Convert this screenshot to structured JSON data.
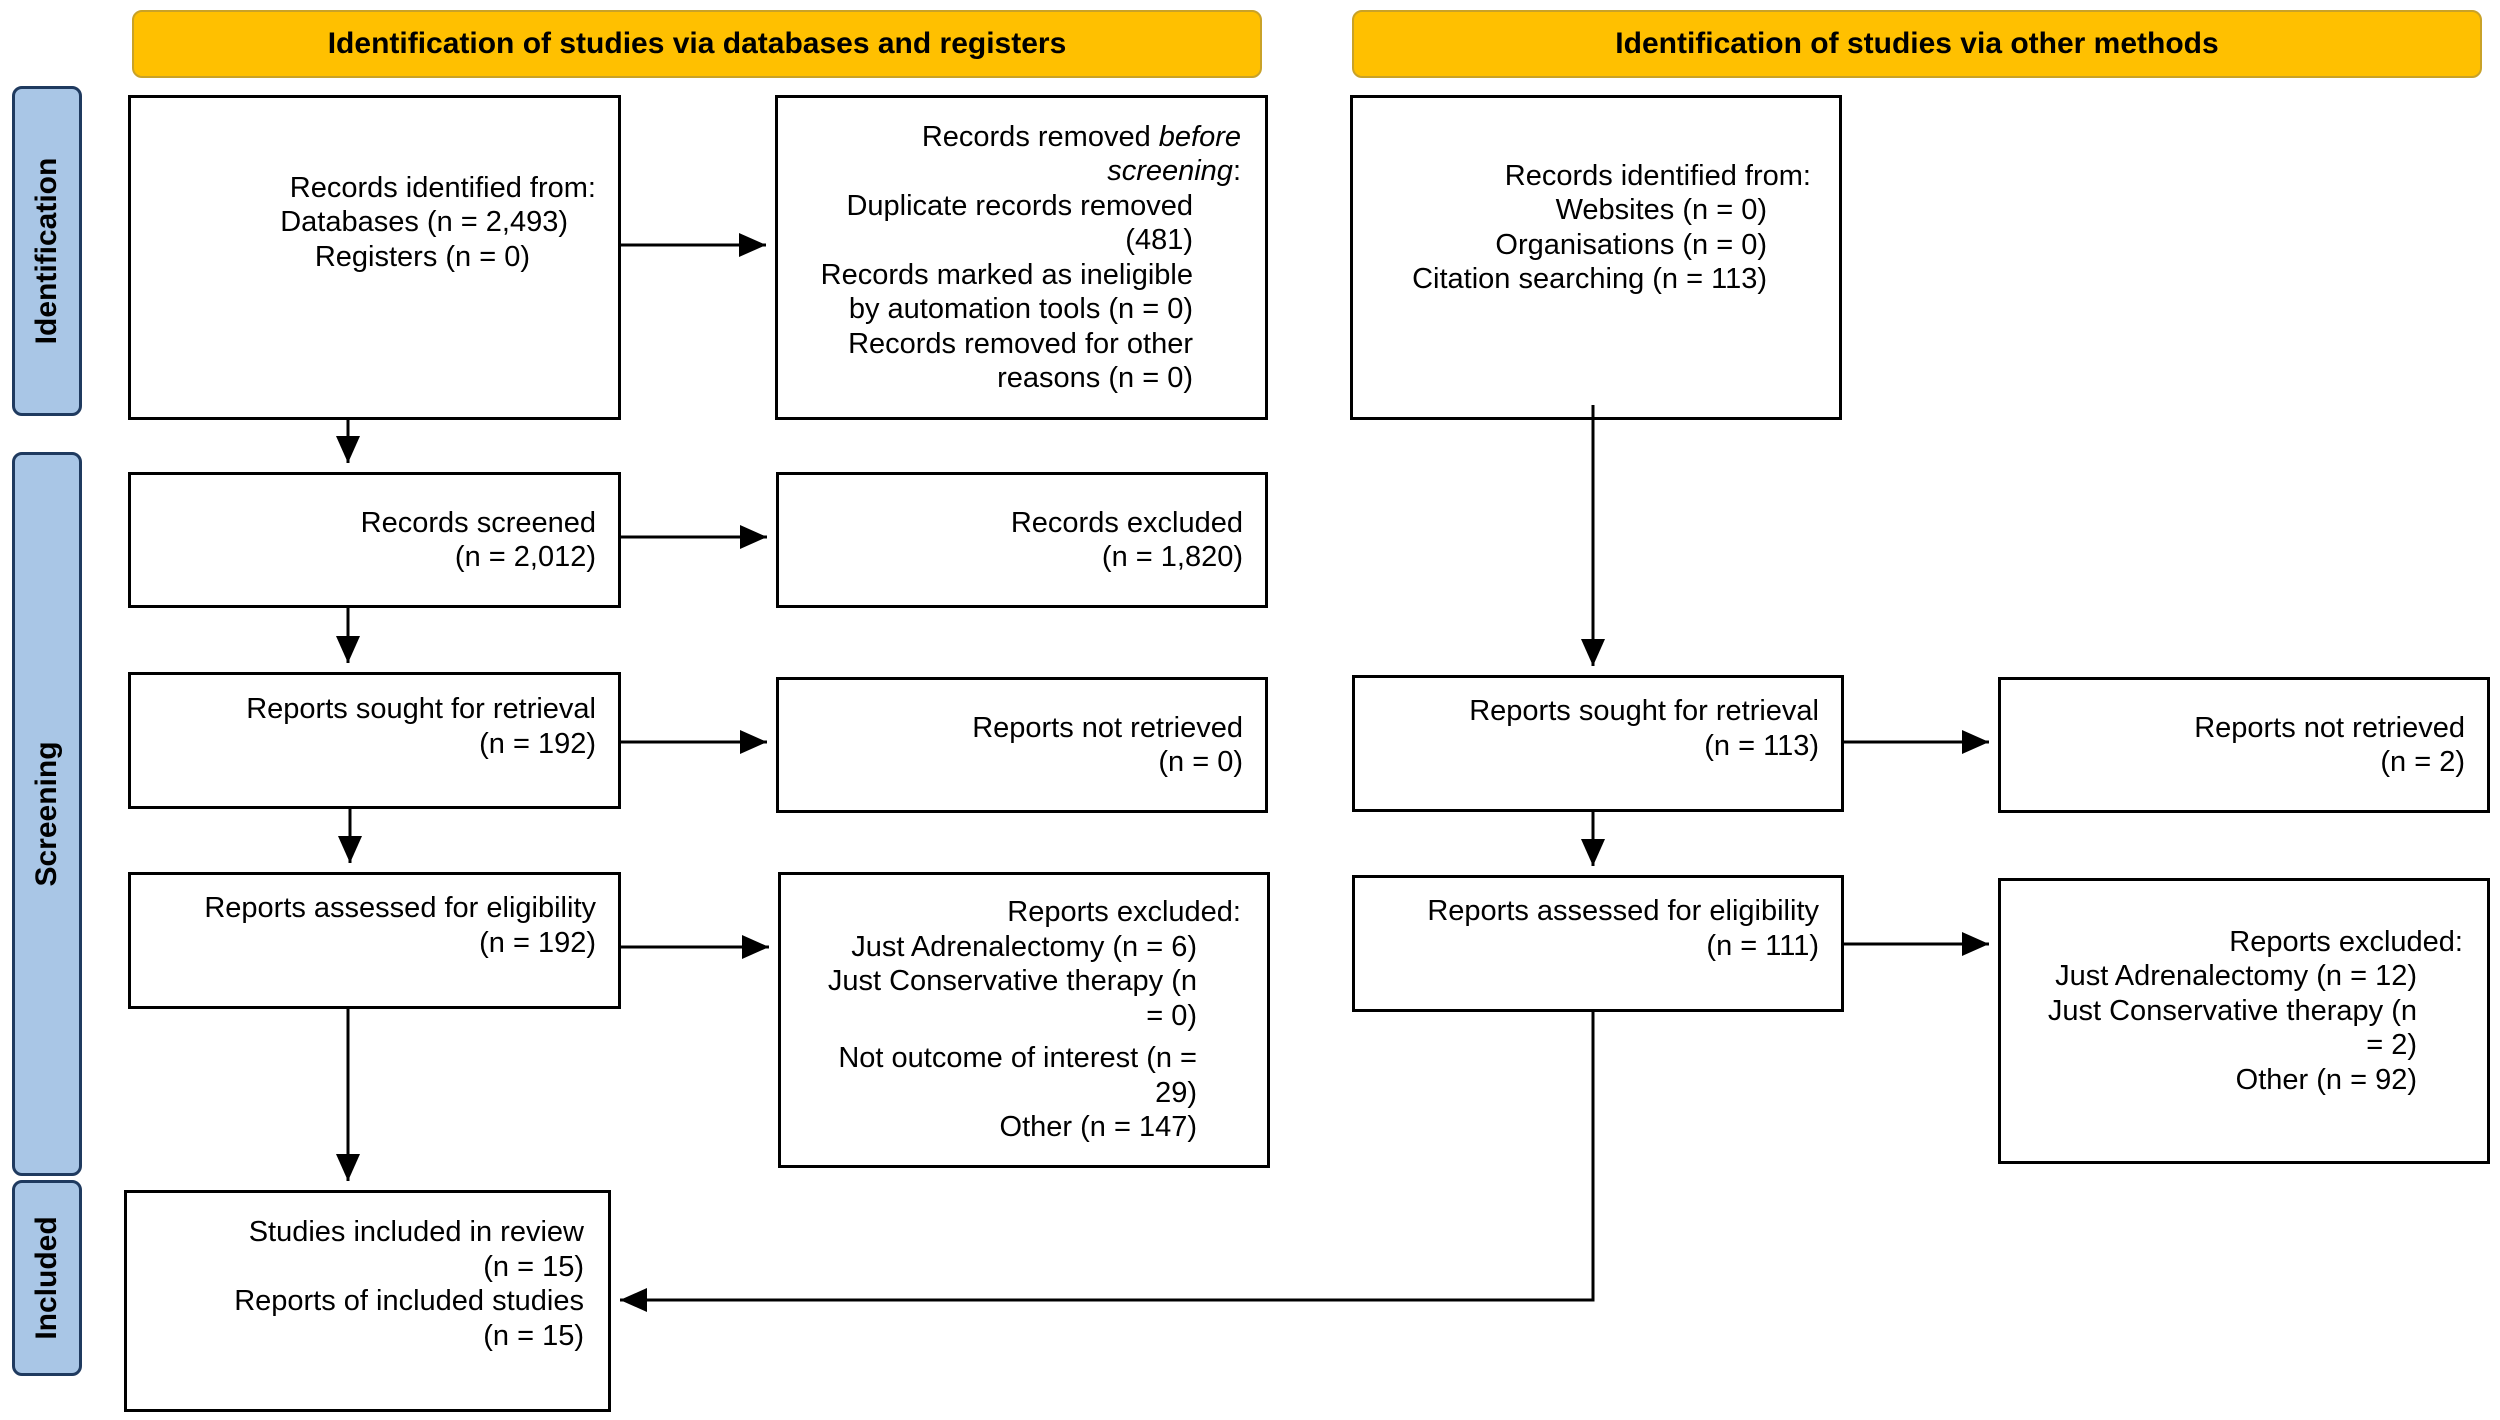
{
  "headers": {
    "left": "Identification of studies via databases and registers",
    "right": "Identification of studies via other methods"
  },
  "stages": {
    "identification": "Identification",
    "screening": "Screening",
    "included": "Included"
  },
  "left": {
    "records_identified": [
      "Records identified from:",
      "Databases (n = 2,493)",
      "Registers (n = 0)"
    ],
    "records_removed": {
      "title_a": "Records removed ",
      "title_b": "before",
      "title_c": "screening",
      "title_d": ":",
      "lines": [
        "Duplicate records removed",
        "(481)",
        "Records marked as ineligible",
        "by automation tools (n = 0)",
        "Records removed for other",
        "reasons (n = 0)"
      ]
    },
    "records_screened": [
      "Records screened",
      "(n = 2,012)"
    ],
    "records_excluded": [
      "Records excluded",
      "(n = 1,820)"
    ],
    "sought": [
      "Reports sought for retrieval",
      "(n = 192)"
    ],
    "not_retrieved": [
      "Reports not retrieved",
      "(n = 0)"
    ],
    "assessed": [
      "Reports assessed for eligibility",
      "(n = 192)"
    ],
    "excluded": [
      "Reports excluded:",
      "Just Adrenalectomy (n = 6)",
      "Just Conservative therapy (n",
      "= 0)",
      "Not outcome of interest (n =",
      "29)",
      "Other (n = 147)"
    ],
    "included": [
      "Studies included in review",
      "(n = 15)",
      "Reports of included studies",
      "(n = 15)"
    ]
  },
  "right": {
    "records_identified": [
      "Records identified from:",
      "Websites (n = 0)",
      "Organisations (n = 0)",
      "Citation searching (n = 113)"
    ],
    "sought": [
      "Reports sought for retrieval",
      "(n = 113)"
    ],
    "not_retrieved": [
      "Reports not retrieved",
      "(n = 2)"
    ],
    "assessed": [
      "Reports assessed for eligibility",
      "(n = 111)"
    ],
    "excluded": [
      "Reports excluded:",
      "Just Adrenalectomy (n = 12)",
      "Just Conservative therapy (n",
      "= 2)",
      "Other (n = 92)"
    ]
  }
}
